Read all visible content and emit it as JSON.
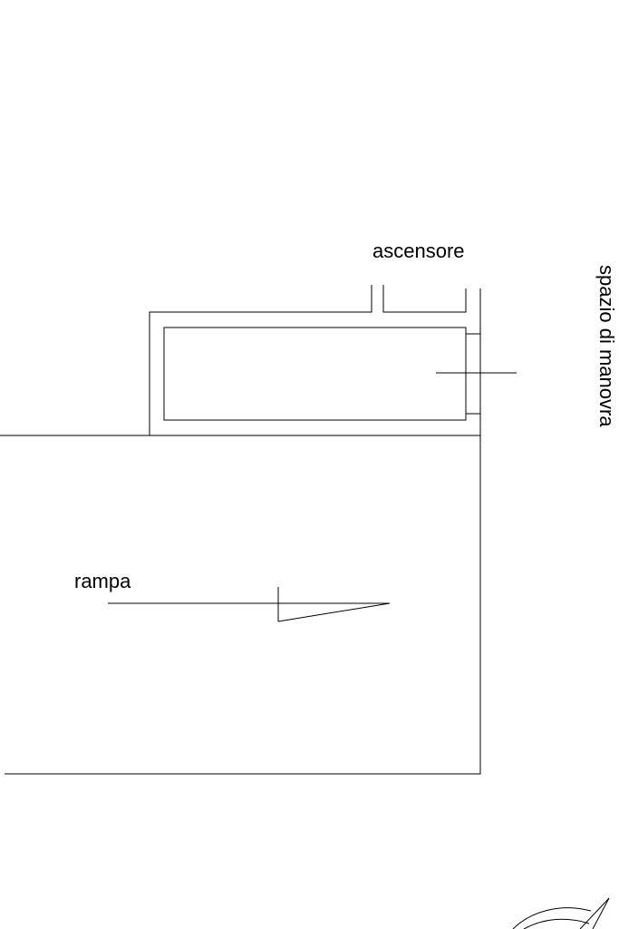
{
  "labels": {
    "ascensore": "ascensore",
    "rampa": "rampa",
    "spazio_di_manovra": "spazio di manovra"
  },
  "colors": {
    "line": "#000000",
    "background": "#ffffff"
  },
  "icons": {
    "ramp_direction": "arrow-right-icon",
    "corner_mark": "north-arrow-icon"
  }
}
